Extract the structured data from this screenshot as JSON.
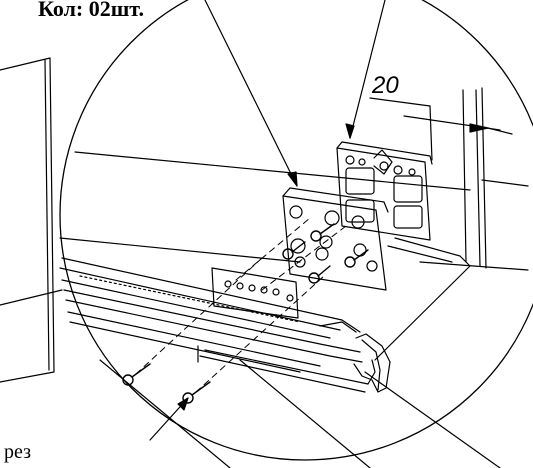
{
  "labels": {
    "quantity": "Кол: 02шт.",
    "dimension": "20",
    "section": "рез"
  },
  "style": {
    "line_color": "#000000",
    "background": "#ffffff"
  }
}
